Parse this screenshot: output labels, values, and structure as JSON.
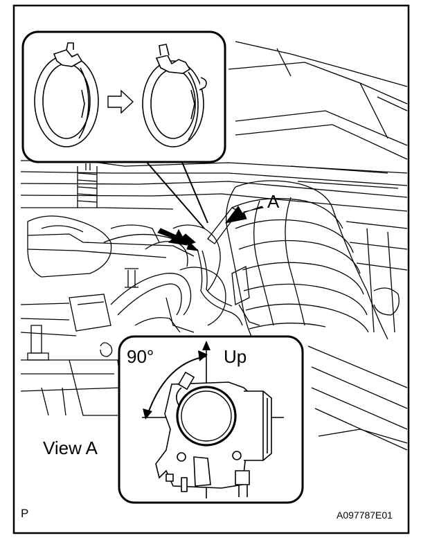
{
  "labels": {
    "view_marker": "A",
    "up": "Up",
    "angle": "90°",
    "view_caption": "View A",
    "corner_mark": "P",
    "figure_code": "A097787E01"
  }
}
